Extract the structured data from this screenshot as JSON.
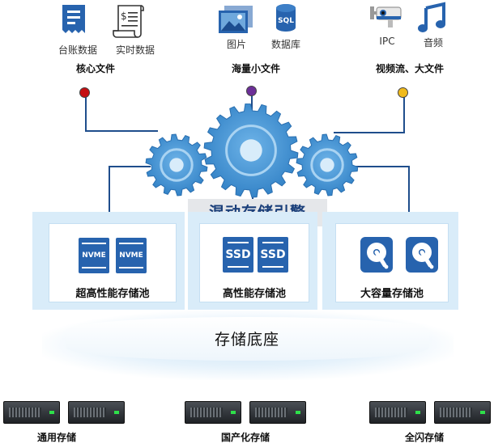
{
  "groups": [
    {
      "label": "核心文件",
      "icons": [
        {
          "label": "台账数据",
          "icon": "ledger-receipt-icon"
        },
        {
          "label": "实时数据",
          "icon": "money-scroll-icon"
        }
      ],
      "dot_color": "#c40f12"
    },
    {
      "label": "海量小文件",
      "icons": [
        {
          "label": "图片",
          "icon": "image-gallery-icon"
        },
        {
          "label": "数据库",
          "icon": "sql-database-icon"
        }
      ],
      "dot_color": "#6c2f98"
    },
    {
      "label": "视频流、大文件",
      "icons": [
        {
          "label": "IPC",
          "icon": "cctv-camera-icon"
        },
        {
          "label": "音频",
          "icon": "music-note-icon"
        }
      ],
      "dot_color": "#f0ba1c"
    }
  ],
  "engine": {
    "label": "混动存储引擎",
    "icon": "gears-icon"
  },
  "pools": [
    {
      "label": "超高性能存储池",
      "chip_text": "NVME",
      "icon": "nvme-drive-icon"
    },
    {
      "label": "高性能存储池",
      "chip_text": "SSD",
      "icon": "ssd-drive-icon"
    },
    {
      "label": "大容量存储池",
      "icon": "hard-disk-icon"
    }
  ],
  "base": {
    "label": "存储底座"
  },
  "servers": [
    {
      "label": "通用存储",
      "icon": "rack-server-icon"
    },
    {
      "label": "国产化存储",
      "icon": "rack-server-icon"
    },
    {
      "label": "全闪存储",
      "icon": "rack-server-icon"
    }
  ],
  "colors": {
    "accent": "#2763ae",
    "gear": "#3d8fd0",
    "line": "#1f4e8c",
    "panel_glow": "#d9ecf9"
  }
}
